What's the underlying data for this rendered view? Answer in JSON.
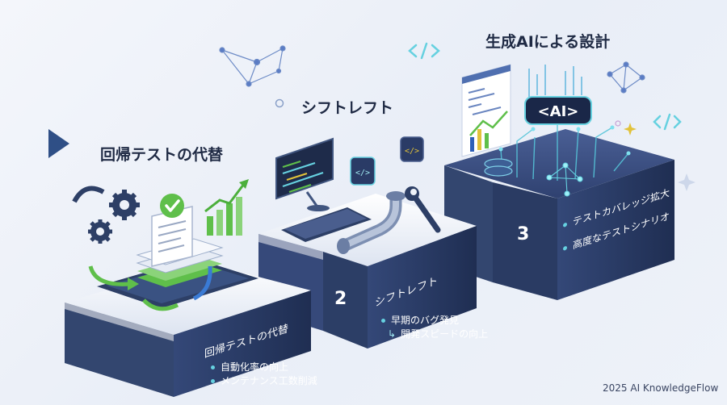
{
  "titles": {
    "step1": "回帰テストの代替",
    "step2": "シフトレフト",
    "step3": "生成AIによる設計"
  },
  "steps": [
    {
      "number": "",
      "label": "回帰テストの代替",
      "bullets": [
        "自動化率の向上",
        "メンテナンス工数削減"
      ]
    },
    {
      "number": "2",
      "label": "シフトレフト",
      "bullets": [
        "早期のバグ発見",
        "開発スピードの向上"
      ]
    },
    {
      "number": "3",
      "label": "",
      "bullets": [
        "テストカバレッジ拡大",
        "高度なテストシナリオ"
      ]
    }
  ],
  "icons": {
    "code_badge": "</>",
    "ai_label": "<AI>"
  },
  "footer": "2025 AI KnowledgeFlow",
  "colors": {
    "block_dark": "#2d3f66",
    "block_top": "#3e5285",
    "accent_green": "#5fbf4a",
    "accent_cyan": "#66d1e0"
  }
}
